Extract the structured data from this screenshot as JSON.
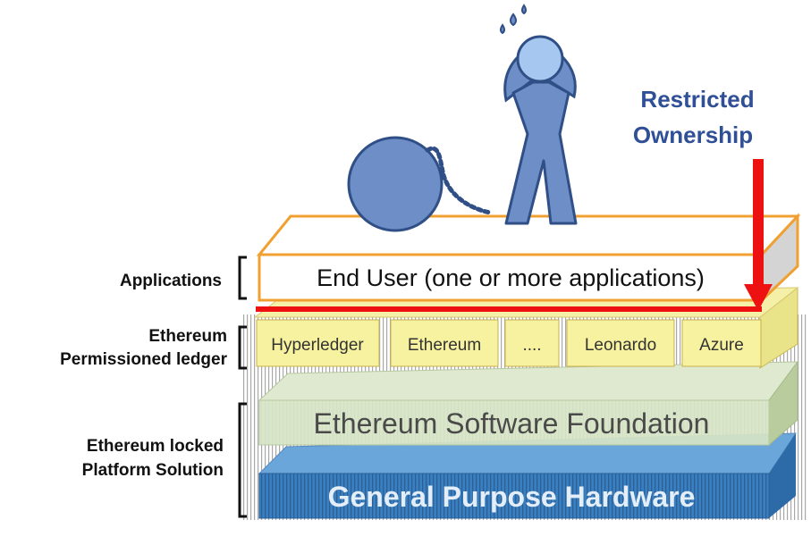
{
  "labels": {
    "applications": "Applications",
    "permissioned_line1": "Ethereum",
    "permissioned_line2": "Permissioned ledger",
    "platform_line1": "Ethereum locked",
    "platform_line2": "Platform Solution"
  },
  "callout": {
    "line1": "Restricted",
    "line2": "Ownership"
  },
  "layers": {
    "end_user": "End User (one or more applications)",
    "ledgers": [
      "Hyperledger",
      "Ethereum",
      "....",
      "Leonardo",
      "Azure"
    ],
    "foundation": "Ethereum Software Foundation",
    "hardware": "General Purpose Hardware"
  },
  "colors": {
    "orange_border": "#f0a030",
    "ledger_fill": "#f5f09c",
    "foundation_fill": "#d6e4c4",
    "hardware_fill": "#3f86c6",
    "figure_fill": "#6e8ec8",
    "figure_stroke": "#2f4f86",
    "callout_text": "#2f4f96",
    "arrow_red": "#ee1111"
  }
}
